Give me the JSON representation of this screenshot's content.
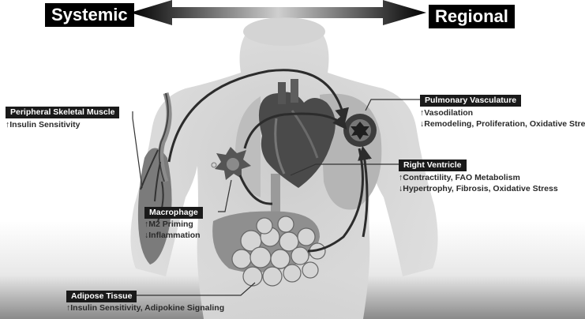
{
  "header": {
    "left": "Systemic",
    "right": "Regional"
  },
  "callouts": {
    "muscle": {
      "title": "Peripheral Skeletal Muscle",
      "lines": [
        "↑Insulin Sensitivity"
      ]
    },
    "pulmonary": {
      "title": "Pulmonary Vasculature",
      "lines": [
        "↑Vasodilation",
        "↓Remodeling, Proliferation, Oxidative Stress"
      ]
    },
    "rv": {
      "title": "Right Ventricle",
      "lines": [
        "↑Contractility, FAO Metabolism",
        "↓Hypertrophy, Fibrosis, Oxidative Stress"
      ]
    },
    "macrophage": {
      "title": "Macrophage",
      "lines": [
        "↑M2 Priming",
        "↓Inflammation"
      ]
    },
    "adipose": {
      "title": "Adipose Tissue",
      "lines": [
        "↑Insulin Sensitivity, Adipokine Signaling"
      ]
    }
  }
}
